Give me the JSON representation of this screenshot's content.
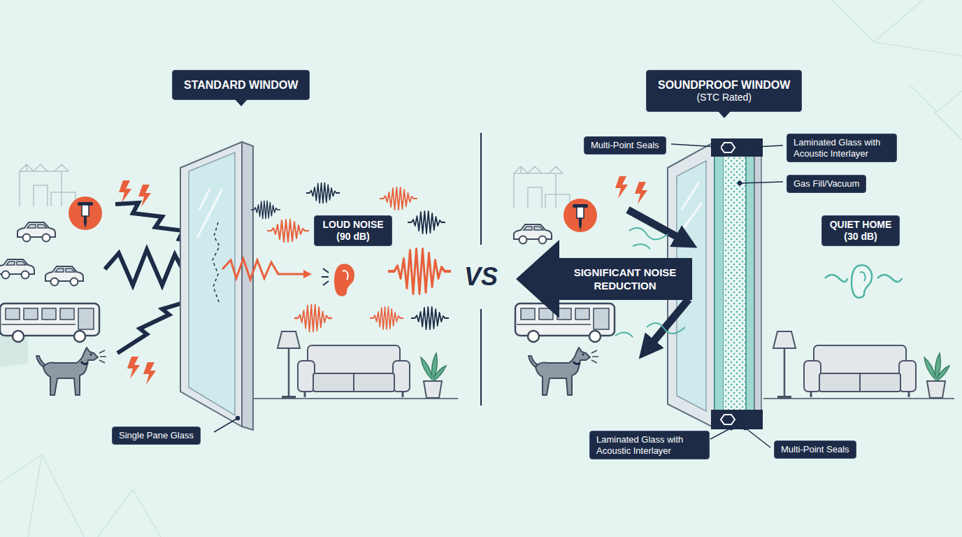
{
  "diagram": {
    "nodes": [
      {
        "text": [
          "STANDARD WINDOW"
        ]
      },
      {
        "text": [
          "SOUNDPROOF WINDOW",
          "(STC Rated)"
        ]
      },
      {
        "text": [
          "Multi-Point Seals"
        ]
      },
      {
        "text": [
          "Laminated Glass with Acoustic Interlayer"
        ]
      },
      {
        "text": [
          "Gas Fill/Vacuum"
        ]
      },
      {
        "text": [
          "LOUD NOISE (90 dB)"
        ]
      },
      {
        "text": [
          "SIGNIFICANT NOISE REDUCTION"
        ]
      },
      {
        "text": [
          "QUIET HOME (30 dB)"
        ]
      },
      {
        "text": [
          "Single Pane Glass"
        ]
      },
      {
        "text": [
          "Laminated Glass with Acoustic Interlayer"
        ]
      },
      {
        "text": [
          "Multi-Point Seals"
        ]
      }
    ],
    "labels": [
      "VS"
    ]
  }
}
